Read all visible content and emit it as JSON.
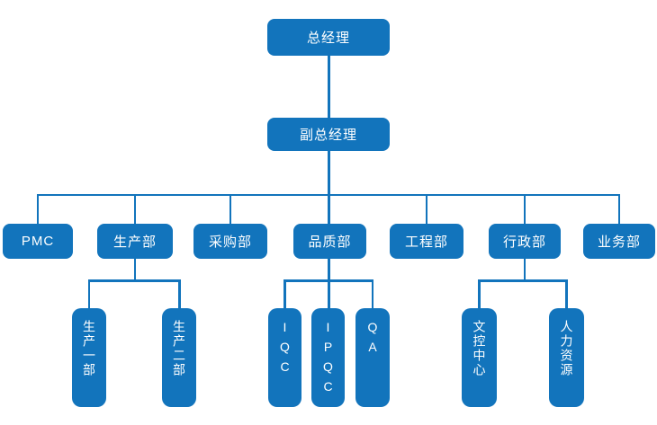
{
  "diagram_type": "org-chart",
  "colors": {
    "node_fill": "#1274BC",
    "connector": "#1274BC",
    "node_text": "#FFFFFF",
    "background": "#FFFFFF"
  },
  "nodes": {
    "general_manager": "总经理",
    "deputy_general_manager": "副总经理",
    "departments": [
      "PMC",
      "生产部",
      "采购部",
      "品质部",
      "工程部",
      "行政部",
      "业务部"
    ],
    "production_subs": [
      "生产一部",
      "生产二部"
    ],
    "quality_subs": [
      "IQC",
      "IPQC",
      "QA"
    ],
    "admin_subs": [
      "文控中心",
      "人力资源"
    ]
  },
  "structure": {
    "总经理": [
      "副总经理"
    ],
    "副总经理": [
      "PMC",
      "生产部",
      "采购部",
      "品质部",
      "工程部",
      "行政部",
      "业务部"
    ],
    "生产部": [
      "生产一部",
      "生产二部"
    ],
    "品质部": [
      "IQC",
      "IPQC",
      "QA"
    ],
    "行政部": [
      "文控中心",
      "人力资源"
    ]
  }
}
